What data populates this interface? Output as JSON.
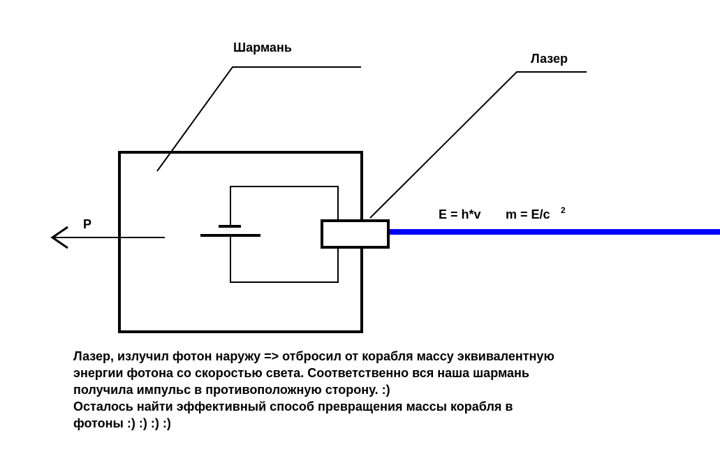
{
  "labels": {
    "device": "Шармань",
    "laser": "Лазер",
    "momentum": "P",
    "formula_energy": "E = h*v",
    "formula_mass": "m = E/c",
    "formula_mass_exponent": "2"
  },
  "description": {
    "lines": [
      "Лазер, излучил фотон наружу => отбросил от корабля массу эквивалентную",
      "энергии фотона со скоростью света. Соответственно вся наша шармань",
      "получила импульс в противоположную сторону. :)",
      "Осталось найти эффективный способ превращения массы корабля в",
      "фотоны :) :) :) :)"
    ]
  },
  "colors": {
    "stroke": "#000000",
    "beam": "#0000ff",
    "background": "#ffffff"
  }
}
